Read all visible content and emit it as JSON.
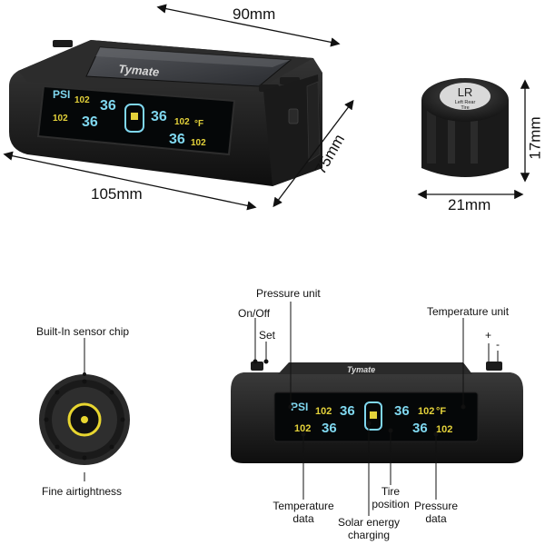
{
  "dimensions": {
    "width": "90mm",
    "depth": "105mm",
    "height": "75mm",
    "sensor_height": "17mm",
    "sensor_width": "21mm"
  },
  "brand": "Tymate",
  "lcd": {
    "pressure_unit": "PSI",
    "temp_unit": "°F",
    "temperature": "102",
    "pressure": "36"
  },
  "sensor_cap": {
    "code": "LR",
    "line1": "Left Rear",
    "line2": "Tire"
  },
  "labels": {
    "sensor_chip": "Built-In sensor chip",
    "airtightness": "Fine airtightness",
    "pressure_unit": "Pressure unit",
    "on_off": "On/Off",
    "set": "Set",
    "temperature_unit": "Temperature unit",
    "plus": "+",
    "minus": "-",
    "temperature_data_1": "Temperature",
    "temperature_data_2": "data",
    "solar_1": "Solar energy",
    "solar_2": "charging",
    "tire_1": "Tire",
    "tire_2": "position",
    "pressure_data_1": "Pressure",
    "pressure_data_2": "data"
  }
}
